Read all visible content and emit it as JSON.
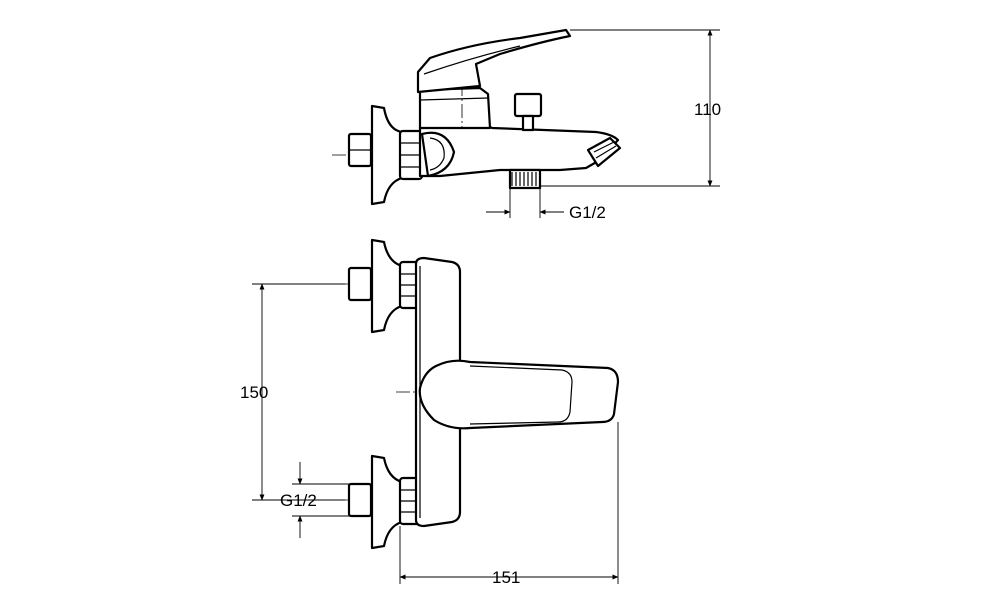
{
  "dimensions": {
    "height_label": "110",
    "inlet_spacing_label": "150",
    "spout_thread_label": "G1/2",
    "inlet_thread_label": "G1/2",
    "depth_label": "151"
  }
}
